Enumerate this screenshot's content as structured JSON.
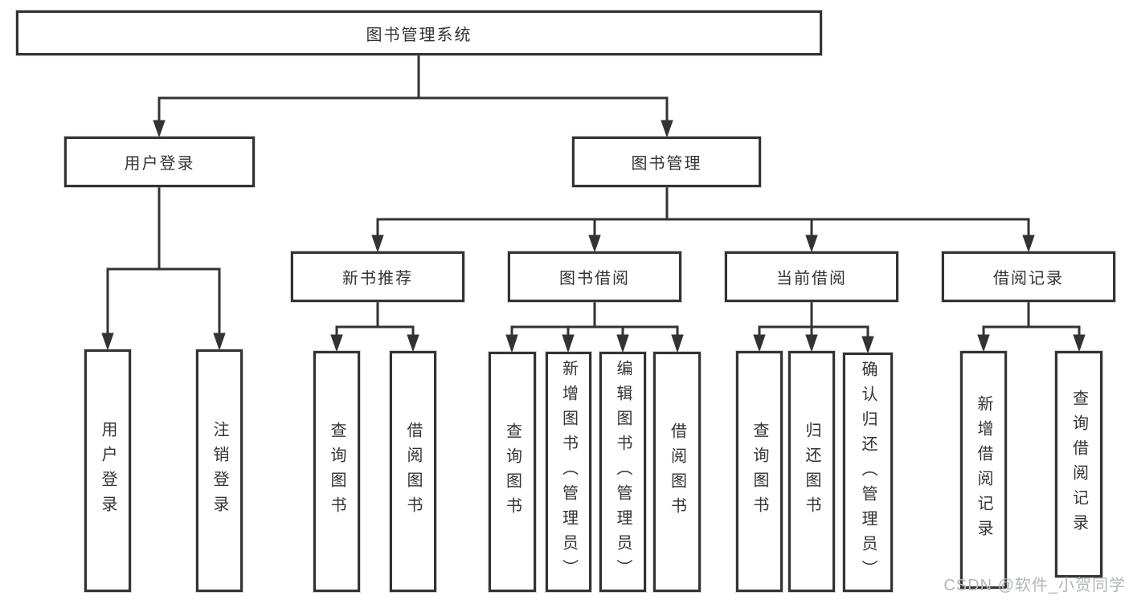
{
  "diagram": {
    "root": {
      "label": "图书管理系统",
      "children": [
        {
          "label": "用户登录",
          "children": [
            {
              "label": "用户登录"
            },
            {
              "label": "注销登录"
            }
          ]
        },
        {
          "label": "图书管理",
          "children": [
            {
              "label": "新书推荐",
              "children": [
                {
                  "label": "查询图书"
                },
                {
                  "label": "借阅图书"
                }
              ]
            },
            {
              "label": "图书借阅",
              "children": [
                {
                  "label": "查询图书"
                },
                {
                  "label": "新增图书（管理员）"
                },
                {
                  "label": "编辑图书（管理员）"
                },
                {
                  "label": "借阅图书"
                }
              ]
            },
            {
              "label": "当前借阅",
              "children": [
                {
                  "label": "查询图书"
                },
                {
                  "label": "归还图书"
                },
                {
                  "label": "确认归还（管理员）"
                }
              ]
            },
            {
              "label": "借阅记录",
              "children": [
                {
                  "label": "新增借阅记录"
                },
                {
                  "label": "查询借阅记录"
                }
              ]
            }
          ]
        }
      ]
    },
    "colors": {
      "line": "#333333",
      "text": "#333333",
      "background": "#ffffff"
    }
  },
  "watermark": {
    "text": "CSDN @软件_小贺同学",
    "color": "#b2b5ba"
  }
}
